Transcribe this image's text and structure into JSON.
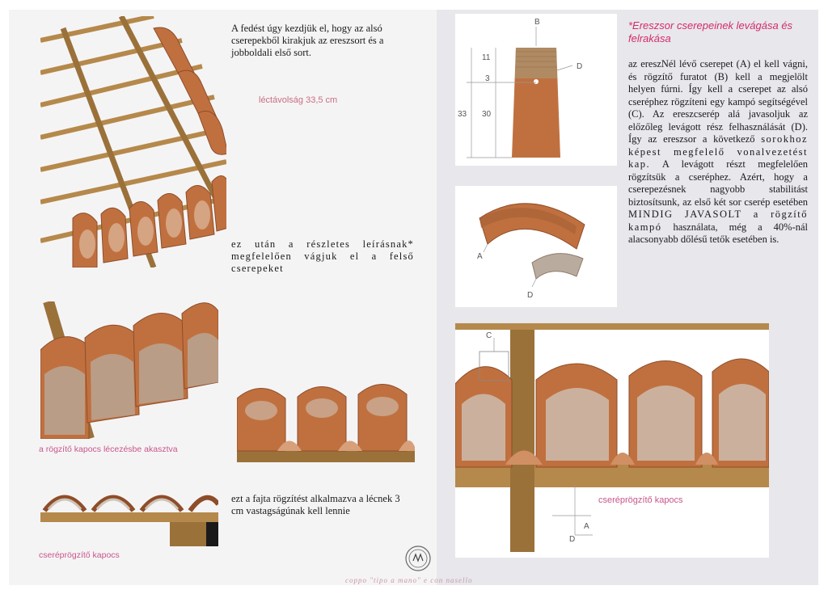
{
  "left": {
    "intro_text": "A fedést úgy kezdjük el, hogy az alsó cserepekből kirakjuk az ereszsort és a jobboldali első sort.",
    "dimension_label": "léctávolság 33,5 cm",
    "next_text": "ez után a részletes leírásnak* megfelelően vágjuk el a felső cserepeket",
    "hook_label": "a rögzítő kapocs lécezésbe akasztva",
    "rule_text": "ezt a fajta rögzítést alkalmazva a lécnek 3 cm vastagságúnak kell lennie",
    "clip_label": "cseréprögzítő kapocs"
  },
  "footer": "coppo \"tipo a mano\" e con nasello",
  "right": {
    "heading": "*Ereszsor cserepeinek levágása és felrakása",
    "body_1": "az ereszNél lévő cserepet (A) el kell vágni, és rögzítő furatot (B) kell a megjelölt helyen fúrni. Így kell a cserepet az alsó cseréphez rögzíteni egy kampó segítségével (C). Az ereszcserép alá javasoljuk az előzőleg levágott rész felhasználását (D). Így az ereszsor a következő",
    "body_2": "sorokhoz képest megfelelő vonalvezetést kap.",
    "body_3": "A levágott részt megfelelően rögzítsük a cseréphez. Azért, hogy a cserepezésnek nagyobb stabilitást biztosítsunk, az első két sor cserép esetében",
    "body_4": "MINDIG JAVASOLT a rögzítő kampó",
    "body_5": "használata, még a 40%-nál alacsonyabb dőlésű tetők esetében is.",
    "clip_label": "cseréprögzítő kapocs"
  },
  "diagram": {
    "letter_b": "B",
    "letter_d": "D",
    "dim_11": "11",
    "dim_3": "3",
    "dim_33": "33",
    "dim_30": "30",
    "cut_a": "A",
    "cut_d": "D",
    "detail_c": "C",
    "detail_a": "A",
    "detail_d": "D"
  },
  "colors": {
    "heading_pink": "#d62a6b",
    "label_pink": "#c8568a",
    "terracotta": "#c0703f",
    "wood": "#b5894b"
  }
}
